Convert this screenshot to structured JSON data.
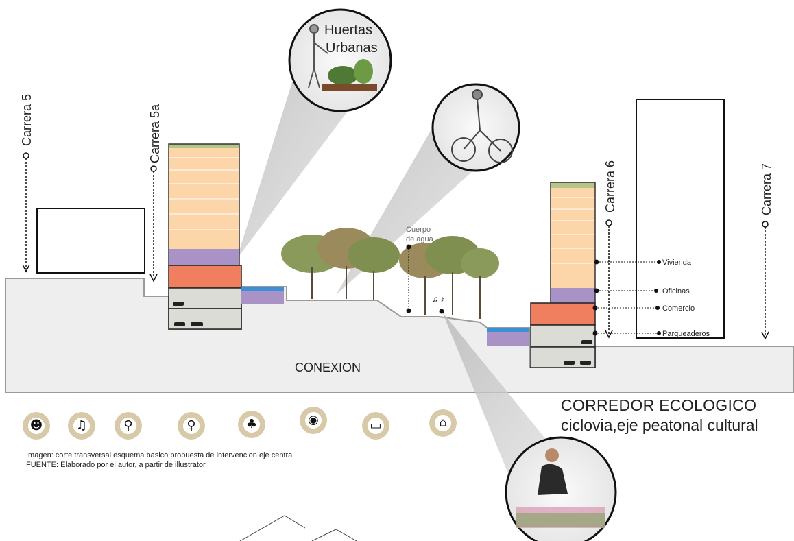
{
  "streets": {
    "carrera5": "Carrera 5",
    "carrera5a": "Carrera 5a",
    "carrera6": "Carrera 6",
    "carrera7": "Carrera 7"
  },
  "callouts": {
    "huertas_line1": "Huertas",
    "huertas_line2": "Urbanas",
    "cuerpo_line1": "Cuerpo",
    "cuerpo_line2": "de agua"
  },
  "building_uses": [
    "Vivienda",
    "Oficinas",
    "Comercio",
    "Parqueaderos"
  ],
  "ground_label": "CONEXION",
  "title": {
    "line1": "CORREDOR ECOLOGICO",
    "line2": "ciclovia,eje peatonal cultural"
  },
  "caption": {
    "line1": "Imagen: corte transversal esquema basico propuesta de intervencion eje central",
    "line2": "FUENTE: Elaborado por el autor, a partir de illustrator"
  },
  "activity_icons": [
    "theater-masks-icon",
    "music-icon",
    "bicycle-icon",
    "person-icon",
    "tree-icon",
    "camera-icon",
    "car-icon",
    "house-icon"
  ],
  "colors": {
    "vivienda": "#fcd5a8",
    "oficinas": "#a993c6",
    "comercio": "#ef7f5e",
    "parqueaderos": "#dcdcd6",
    "ground": "#eeeeee",
    "water": "#3a8fd6",
    "roof_green": "#b5c58a",
    "tree_green": "#6d8a4a"
  }
}
